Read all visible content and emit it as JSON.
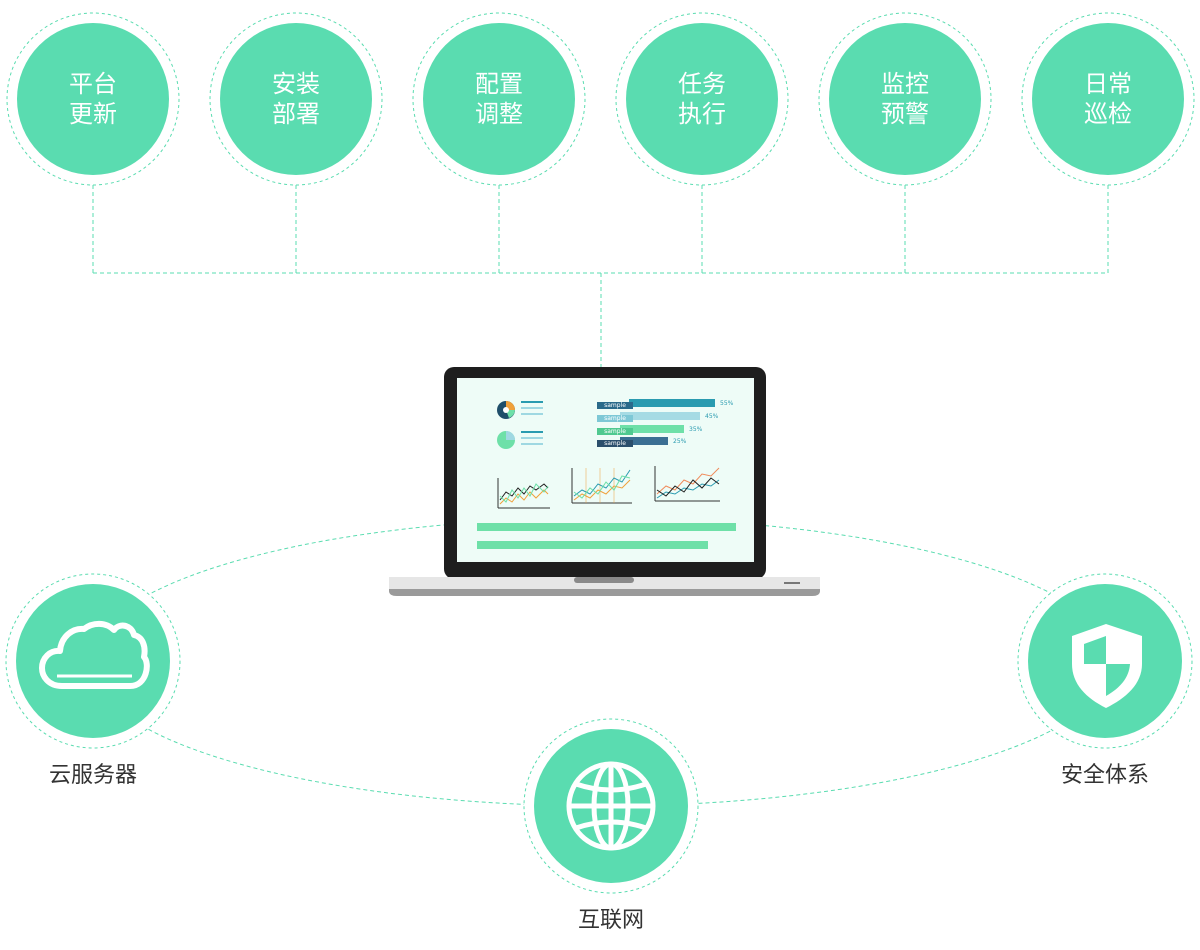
{
  "colors": {
    "accent": "#5adcb0",
    "dashed_line": "#5adcb0",
    "laptop_frame": "#1e1e1e",
    "screen_bg": "#eefcf7"
  },
  "top_nodes": [
    {
      "line1": "平台",
      "line2": "更新"
    },
    {
      "line1": "安装",
      "line2": "部署"
    },
    {
      "line1": "配置",
      "line2": "调整"
    },
    {
      "line1": "任务",
      "line2": "执行"
    },
    {
      "line1": "监控",
      "line2": "预警"
    },
    {
      "line1": "日常",
      "line2": "巡检"
    }
  ],
  "bottom_nodes": [
    {
      "icon": "cloud-icon",
      "caption": "云服务器"
    },
    {
      "icon": "globe-icon",
      "caption": "互联网"
    },
    {
      "icon": "shield-icon",
      "caption": "安全体系"
    }
  ],
  "laptop_screen": {
    "bars": [
      {
        "label": "sample",
        "value": "55%"
      },
      {
        "label": "sample",
        "value": "45%"
      },
      {
        "label": "sample",
        "value": "35%"
      },
      {
        "label": "sample",
        "value": "25%"
      }
    ]
  }
}
